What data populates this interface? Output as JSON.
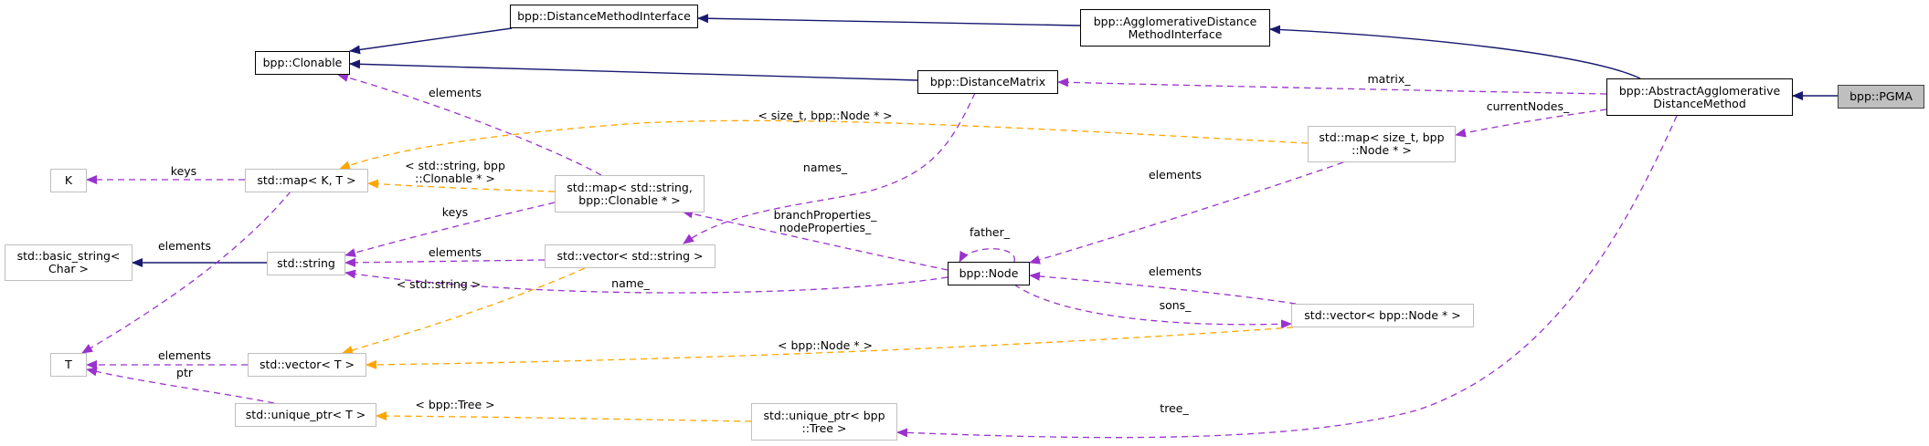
{
  "diagram": {
    "title": "Collaboration diagram for bpp::PGMA",
    "colors": {
      "inheritance": "#191970",
      "usage": "#9a32cd",
      "template": "#ffa500",
      "current_fill": "#bfbfbf"
    },
    "nodes": [
      {
        "id": "pgma",
        "label": "bpp::PGMA",
        "kind": "current"
      },
      {
        "id": "abstract",
        "label": "bpp::AbstractAgglomerative\nDistanceMethod",
        "kind": "class"
      },
      {
        "id": "agglo",
        "label": "bpp::AgglomerativeDistance\nMethodInterface",
        "kind": "class"
      },
      {
        "id": "dmi",
        "label": "bpp::DistanceMethodInterface",
        "kind": "class"
      },
      {
        "id": "clonable",
        "label": "bpp::Clonable",
        "kind": "class"
      },
      {
        "id": "matrix",
        "label": "bpp::DistanceMatrix",
        "kind": "class"
      },
      {
        "id": "mapsize",
        "label": "std::map< size_t, bpp\n::Node * >",
        "kind": "template"
      },
      {
        "id": "node",
        "label": "bpp::Node",
        "kind": "class"
      },
      {
        "id": "vecnode",
        "label": "std::vector< bpp::Node * >",
        "kind": "template"
      },
      {
        "id": "uptree",
        "label": "std::unique_ptr< bpp\n::Tree >",
        "kind": "template"
      },
      {
        "id": "mapstr",
        "label": "std::map< std::string,\nbpp::Clonable * >",
        "kind": "template"
      },
      {
        "id": "vecstr",
        "label": "std::vector< std::string >",
        "kind": "template"
      },
      {
        "id": "mapkt",
        "label": "std::map< K, T >",
        "kind": "template"
      },
      {
        "id": "K",
        "label": "K",
        "kind": "template"
      },
      {
        "id": "basic",
        "label": "std::basic_string<\nChar >",
        "kind": "template"
      },
      {
        "id": "string",
        "label": "std::string",
        "kind": "template"
      },
      {
        "id": "T",
        "label": "T",
        "kind": "template"
      },
      {
        "id": "vect",
        "label": "std::vector< T >",
        "kind": "template"
      },
      {
        "id": "upt",
        "label": "std::unique_ptr< T >",
        "kind": "template"
      }
    ],
    "edges": [
      {
        "from": "pgma",
        "to": "abstract",
        "type": "inheritance",
        "label": ""
      },
      {
        "from": "abstract",
        "to": "agglo",
        "type": "inheritance",
        "label": ""
      },
      {
        "from": "agglo",
        "to": "dmi",
        "type": "inheritance",
        "label": ""
      },
      {
        "from": "dmi",
        "to": "clonable",
        "type": "inheritance",
        "label": ""
      },
      {
        "from": "matrix",
        "to": "clonable",
        "type": "inheritance",
        "label": ""
      },
      {
        "from": "string",
        "to": "basic",
        "type": "inheritance",
        "label": ""
      },
      {
        "from": "abstract",
        "to": "matrix",
        "type": "usage",
        "label": "matrix_"
      },
      {
        "from": "abstract",
        "to": "mapsize",
        "type": "usage",
        "label": "currentNodes_"
      },
      {
        "from": "abstract",
        "to": "uptree",
        "type": "usage",
        "label": "tree_"
      },
      {
        "from": "matrix",
        "to": "vecstr",
        "type": "usage",
        "label": "names_"
      },
      {
        "from": "mapsize",
        "to": "node",
        "type": "usage",
        "label": "elements"
      },
      {
        "from": "node",
        "to": "node",
        "type": "usage",
        "label": "father_"
      },
      {
        "from": "node",
        "to": "vecnode",
        "type": "usage",
        "label": "sons_"
      },
      {
        "from": "vecnode",
        "to": "node",
        "type": "usage",
        "label": "elements"
      },
      {
        "from": "node",
        "to": "mapstr",
        "type": "usage",
        "label": "branchProperties_\nnodeProperties_"
      },
      {
        "from": "node",
        "to": "string",
        "type": "usage",
        "label": "name_"
      },
      {
        "from": "mapstr",
        "to": "clonable",
        "type": "usage",
        "label": "elements"
      },
      {
        "from": "mapstr",
        "to": "string",
        "type": "usage",
        "label": "keys"
      },
      {
        "from": "vecstr",
        "to": "string",
        "type": "usage",
        "label": "elements"
      },
      {
        "from": "mapkt",
        "to": "K",
        "type": "usage",
        "label": "keys"
      },
      {
        "from": "mapkt",
        "to": "T",
        "type": "usage",
        "label": "elements"
      },
      {
        "from": "vect",
        "to": "T",
        "type": "usage",
        "label": "elements"
      },
      {
        "from": "upt",
        "to": "T",
        "type": "usage",
        "label": "ptr"
      },
      {
        "from": "mapsize",
        "to": "mapkt",
        "type": "template",
        "label": "< size_t, bpp::Node * >"
      },
      {
        "from": "mapstr",
        "to": "mapkt",
        "type": "template",
        "label": "< std::string, bpp\n::Clonable * >"
      },
      {
        "from": "vecstr",
        "to": "vect",
        "type": "template",
        "label": "< std::string >"
      },
      {
        "from": "vecnode",
        "to": "vect",
        "type": "template",
        "label": "< bpp::Node * >"
      },
      {
        "from": "uptree",
        "to": "upt",
        "type": "template",
        "label": "< bpp::Tree >"
      }
    ]
  }
}
